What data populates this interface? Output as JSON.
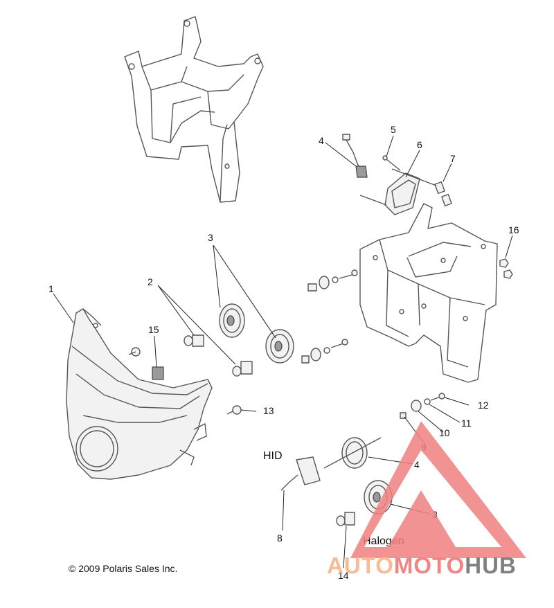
{
  "callouts": [
    "1",
    "2",
    "3",
    "4",
    "5",
    "6",
    "7",
    "8",
    "9",
    "10",
    "11",
    "12",
    "13",
    "14",
    "15",
    "16"
  ],
  "labels": {
    "callout_3_upper": "3",
    "callout_4_lower": "4",
    "callout_3_lower": "3",
    "hid": "HID",
    "halogen": "Halogen",
    "copyright": "© 2009 Polaris Sales Inc."
  },
  "watermark": {
    "part1": "AUTO",
    "part2": "MOTO",
    "part3": "HUB",
    "colors": {
      "auto": "#f4b183",
      "moto": "#ef6f6f",
      "hub": "#6b6b6b",
      "triangle": "#f08080"
    }
  }
}
